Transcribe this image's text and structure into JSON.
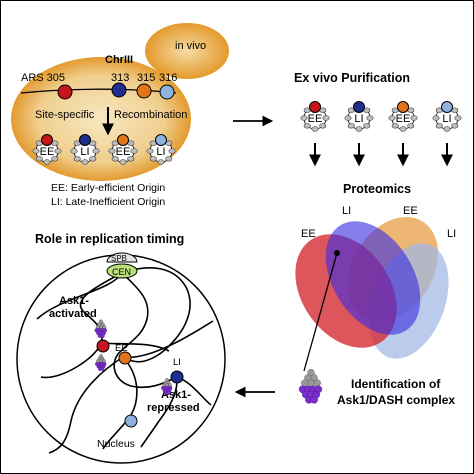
{
  "top_left": {
    "in_vivo_label": "in vivo",
    "chromosome_label": "ChrIII",
    "origins": [
      {
        "label": "ARS 305",
        "type": "EE",
        "color": "#c4161c"
      },
      {
        "label": "313",
        "type": "LI",
        "color": "#1f2f8f"
      },
      {
        "label": "315",
        "type": "EE",
        "color": "#e2741a"
      },
      {
        "label": "316",
        "type": "LI",
        "color": "#8fb3e0"
      }
    ],
    "site_specific_label": "Site-specific",
    "recombination_label": "Recombination",
    "circles": [
      {
        "label": "EE",
        "color": "#c4161c"
      },
      {
        "label": "LI",
        "color": "#1f2f8f"
      },
      {
        "label": "EE",
        "color": "#e2741a"
      },
      {
        "label": "LI",
        "color": "#8fb3e0"
      }
    ],
    "legend": [
      "EE: Early-efficient Origin",
      "LI: Late-Inefficient Origin"
    ]
  },
  "top_right": {
    "title": "Ex vivo Purification",
    "circles": [
      {
        "label": "EE",
        "color": "#c4161c"
      },
      {
        "label": "LI",
        "color": "#1f2f8f"
      },
      {
        "label": "EE",
        "color": "#e2741a"
      },
      {
        "label": "LI",
        "color": "#8fb3e0"
      }
    ]
  },
  "proteomics": {
    "title": "Proteomics",
    "ellipses": [
      {
        "label": "EE",
        "color": "#d4272e"
      },
      {
        "label": "LI",
        "color": "#3b2fe0"
      },
      {
        "label": "EE",
        "color": "#e8a24a"
      },
      {
        "label": "LI",
        "color": "#9fb7e3"
      }
    ]
  },
  "identification": {
    "line1": "Identification of",
    "line2": "Ask1/DASH complex"
  },
  "bottom_left": {
    "title": "Role in replication timing",
    "spb_label": "SPB",
    "cen_label": "CEN",
    "activated_line1": "Ask1-",
    "activated_line2": "activated",
    "ee_label": "EE",
    "li_label": "LI",
    "repressed_line1": "Ask1-",
    "repressed_line2": "repressed",
    "nucleus_label": "Nucleus"
  },
  "colors": {
    "cell_outer": "#e9a53b",
    "cell_inner": "#f2dfb8",
    "arrow": "#000000",
    "cen_fill": "#b9e07a",
    "dash_purple": "#7b2fd0"
  }
}
